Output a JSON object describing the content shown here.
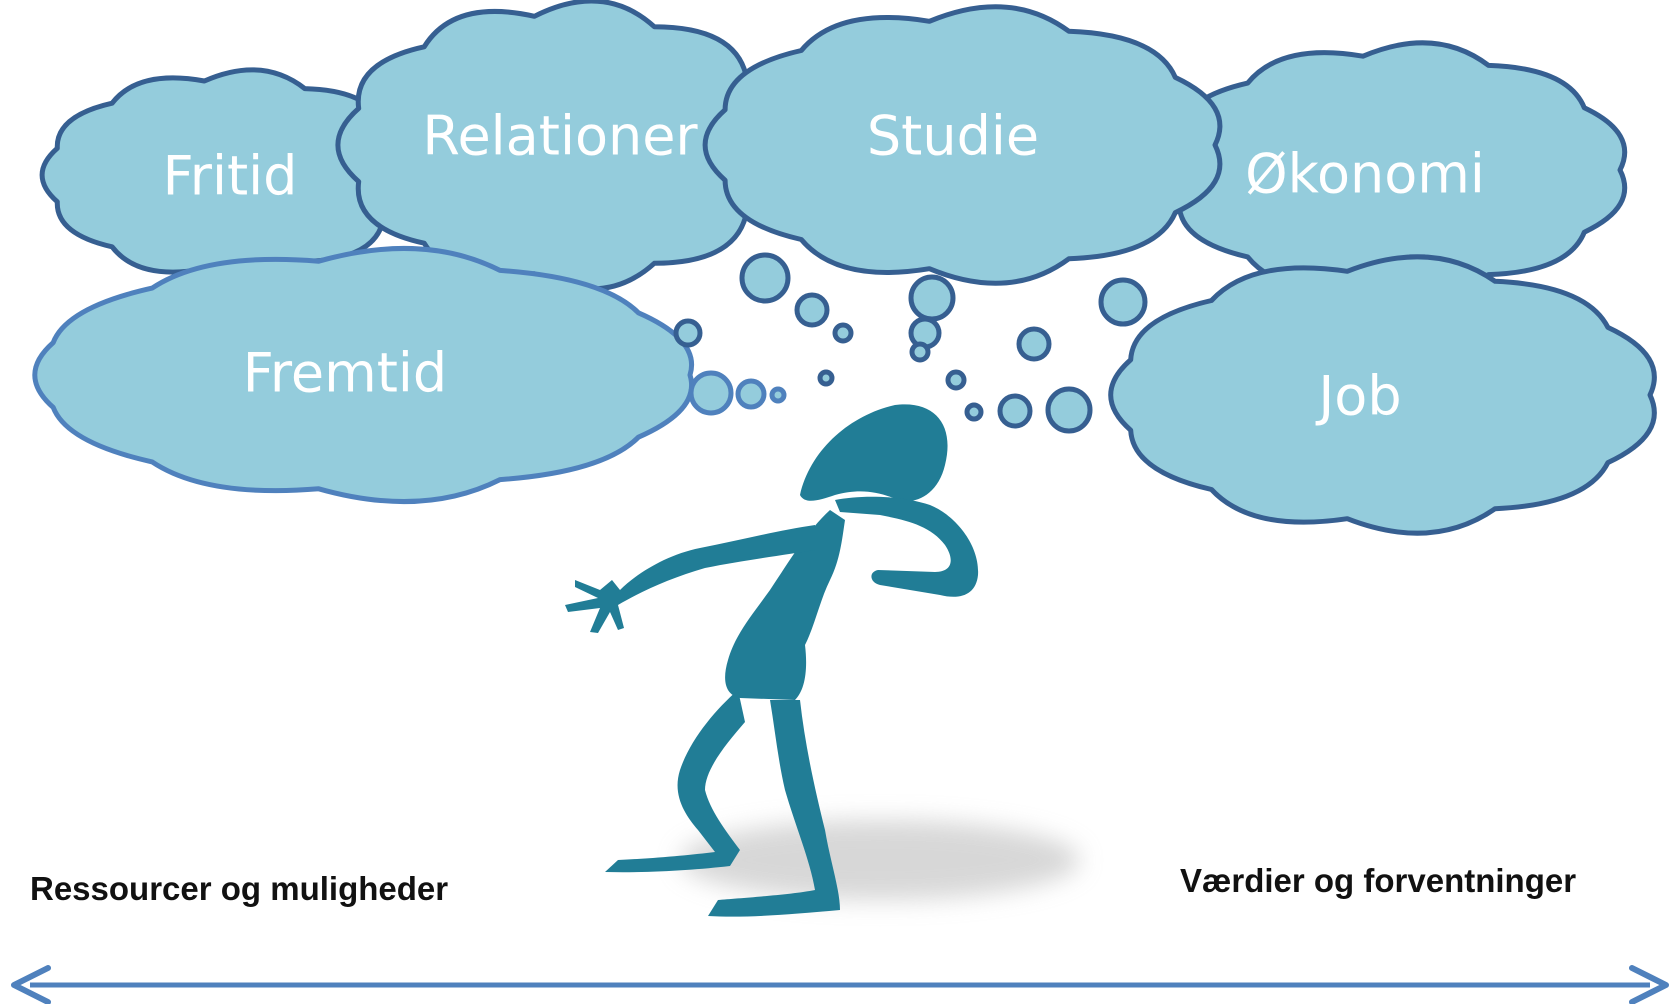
{
  "clouds": [
    {
      "id": "fritid",
      "label": "Fritid"
    },
    {
      "id": "relationer",
      "label": "Relationer"
    },
    {
      "id": "studie",
      "label": "Studie"
    },
    {
      "id": "okonomi",
      "label": "Økonomi"
    },
    {
      "id": "fremtid",
      "label": "Fremtid"
    },
    {
      "id": "job",
      "label": "Job"
    }
  ],
  "axis": {
    "left_label": "Ressourcer og muligheder",
    "right_label": "Værdier og forventninger"
  },
  "colors": {
    "cloud_fill": "#94CCDC",
    "cloud_stroke": "#365F91",
    "cloud_stroke_light": "#4F81BD",
    "figure": "#217D96",
    "arrow": "#4F81BD"
  }
}
